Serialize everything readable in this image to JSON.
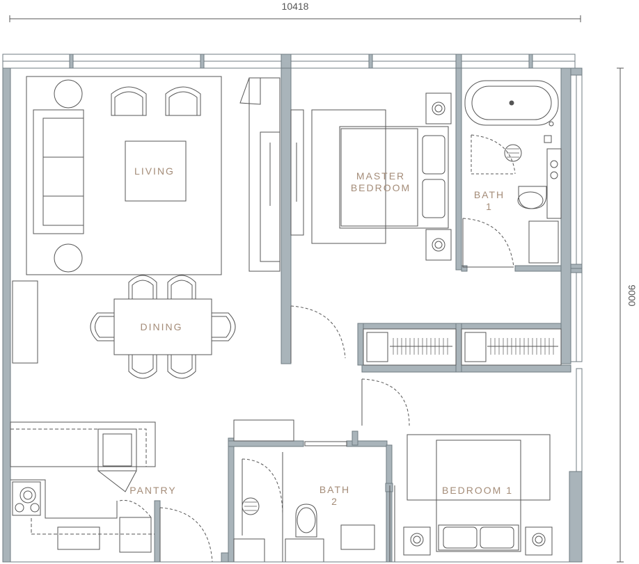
{
  "dimensions": {
    "width_label": "10418",
    "height_label": "9000"
  },
  "rooms": {
    "living": "LIVING",
    "dining": "DINING",
    "master_bedroom_line1": "MASTER",
    "master_bedroom_line2": "BEDROOM",
    "bath1_line1": "BATH",
    "bath1_line2": "1",
    "bath2_line1": "BATH",
    "bath2_line2": "2",
    "bedroom1": "BEDROOM 1",
    "pantry": "PANTRY"
  },
  "colors": {
    "wall": "#a9b4ba",
    "wall_outline": "#6f7b82",
    "furniture": "#555555",
    "label": "#a48c78",
    "background": "#ffffff"
  }
}
